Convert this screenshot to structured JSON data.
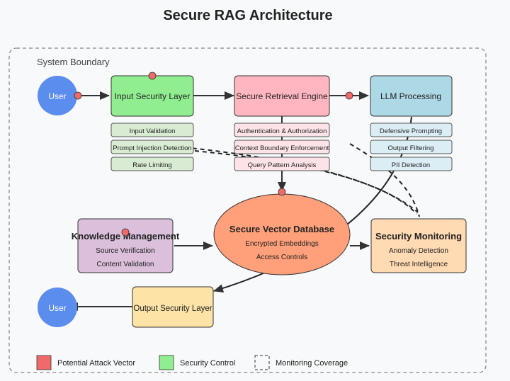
{
  "title": "Secure RAG Architecture",
  "boundary_label": "System Boundary",
  "colors": {
    "attack": "#f06a6a",
    "control": "#90ee90",
    "user": "#5b8dee",
    "retrieval": "#ffb6c1",
    "llm": "#add8e6",
    "vector_db": "#ffa07a",
    "knowledge": "#dbbfdb",
    "monitoring": "#ffdab3",
    "output": "#fde4a6"
  },
  "nodes": {
    "user_in": "User",
    "user_out": "User",
    "input_layer": "Input Security Layer",
    "retrieval": "Secure Retrieval Engine",
    "llm": "LLM Processing",
    "vector_db": {
      "title": "Secure Vector Database",
      "lines": [
        "Encrypted Embeddings",
        "Access Controls"
      ]
    },
    "knowledge": {
      "title": "Knowledge Management",
      "lines": [
        "Source Verification",
        "Content Validation"
      ]
    },
    "monitoring": {
      "title": "Security Monitoring",
      "lines": [
        "Anomaly Detection",
        "Threat Intelligence"
      ]
    },
    "output_layer": "Output Security Layer"
  },
  "controls": {
    "input": [
      "Input Validation",
      "Prompt Injection Detection",
      "Rate Limiting"
    ],
    "retrieval": [
      "Authentication & Authorization",
      "Context Boundary Enforcement",
      "Query Pattern Analysis"
    ],
    "llm": [
      "Defensive Prompting",
      "Output Filtering",
      "PII Detection"
    ]
  },
  "legend": [
    "Potential Attack Vector",
    "Security Control",
    "Monitoring Coverage"
  ]
}
